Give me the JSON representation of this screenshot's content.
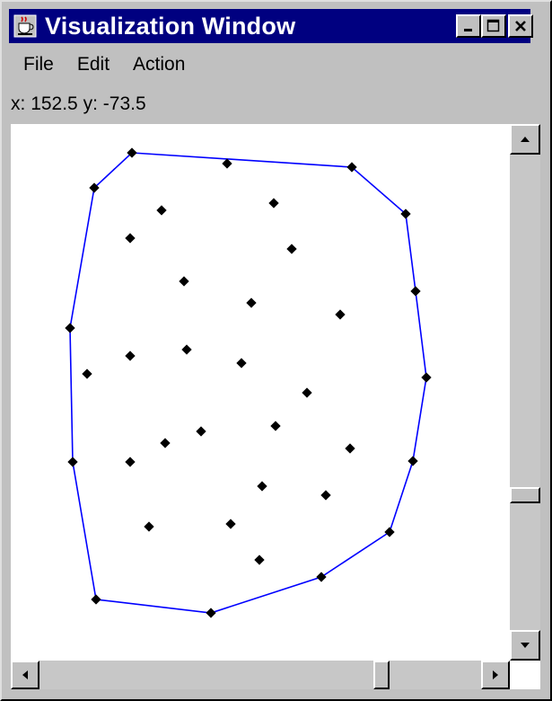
{
  "window": {
    "title": "Visualization Window",
    "icon": "java-cup-icon"
  },
  "menu": {
    "items": [
      "File",
      "Edit",
      "Action"
    ]
  },
  "coordinates": {
    "x_label": "x:",
    "x_value": "152.5",
    "y_label": "y:",
    "y_value": "-73.5"
  },
  "colors": {
    "title_bg": "#000080",
    "hull": "#0000ff",
    "point": "#000000",
    "canvas_bg": "#ffffff"
  },
  "visualization": {
    "points": [
      [
        145,
        168
      ],
      [
        251,
        180
      ],
      [
        390,
        184
      ],
      [
        103,
        207
      ],
      [
        303,
        224
      ],
      [
        178,
        232
      ],
      [
        450,
        236
      ],
      [
        143,
        263
      ],
      [
        323,
        275
      ],
      [
        203,
        311
      ],
      [
        461,
        322
      ],
      [
        278,
        335
      ],
      [
        377,
        348
      ],
      [
        76,
        363
      ],
      [
        143,
        394
      ],
      [
        206,
        387
      ],
      [
        267,
        402
      ],
      [
        95,
        414
      ],
      [
        473,
        418
      ],
      [
        340,
        435
      ],
      [
        305,
        472
      ],
      [
        222,
        478
      ],
      [
        182,
        491
      ],
      [
        388,
        497
      ],
      [
        79,
        512
      ],
      [
        143,
        512
      ],
      [
        458,
        511
      ],
      [
        290,
        539
      ],
      [
        361,
        549
      ],
      [
        164,
        584
      ],
      [
        255,
        581
      ],
      [
        432,
        590
      ],
      [
        287,
        621
      ],
      [
        356,
        640
      ],
      [
        105,
        665
      ],
      [
        233,
        680
      ]
    ],
    "hull": [
      [
        145,
        168
      ],
      [
        390,
        184
      ],
      [
        450,
        236
      ],
      [
        461,
        322
      ],
      [
        473,
        418
      ],
      [
        458,
        511
      ],
      [
        432,
        590
      ],
      [
        356,
        640
      ],
      [
        233,
        680
      ],
      [
        105,
        665
      ],
      [
        79,
        512
      ],
      [
        76,
        363
      ],
      [
        103,
        207
      ]
    ]
  }
}
